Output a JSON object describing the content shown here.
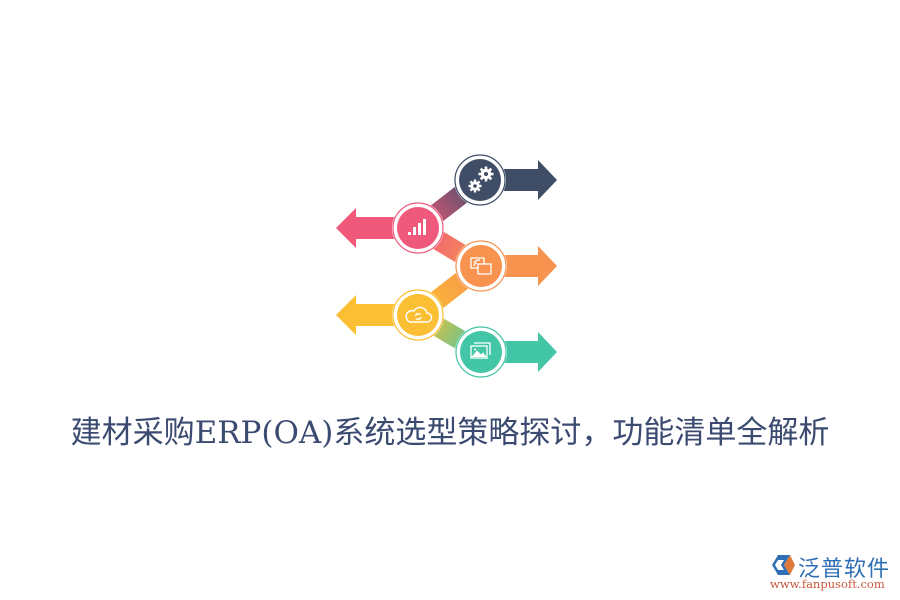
{
  "title": "建材采购ERP(OA)系统选型策略探讨，功能清单全解析",
  "logo": {
    "name": "泛普软件",
    "url": "www.fanpusoft.com"
  },
  "diagram": {
    "steps": [
      {
        "icon": "gear-icon",
        "direction": "right",
        "color": "#3f4d66"
      },
      {
        "icon": "bar-chart-icon",
        "direction": "left",
        "color": "#ef5a7c"
      },
      {
        "icon": "screen-cast-icon",
        "direction": "right",
        "color": "#f7924f"
      },
      {
        "icon": "cloud-sync-icon",
        "direction": "left",
        "color": "#fbbf33"
      },
      {
        "icon": "image-gallery-icon",
        "direction": "right",
        "color": "#43c6a6"
      }
    ]
  }
}
